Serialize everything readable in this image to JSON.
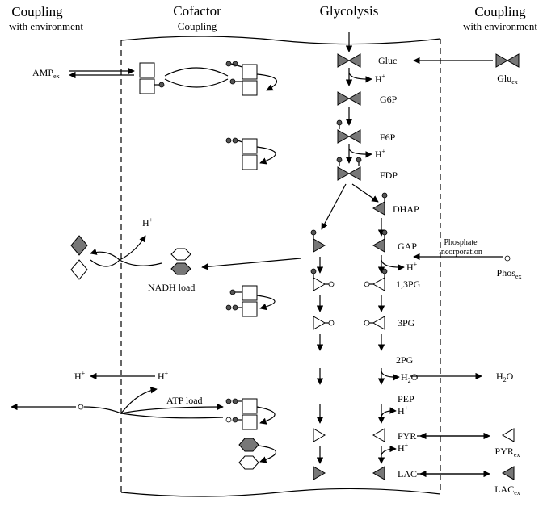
{
  "headers": {
    "coupling_left": "Coupling",
    "coupling_left_sub": "with environment",
    "cofactor": "Cofactor",
    "cofactor_sub": "Coupling",
    "glycolysis": "Glycolysis",
    "coupling_right": "Coupling",
    "coupling_right_sub": "with environment"
  },
  "metabolites": {
    "gluc": "Gluc",
    "g6p": "G6P",
    "f6p": "F6P",
    "fdp": "FDP",
    "dhap": "DHAP",
    "gap": "GAP",
    "bpg": "1,3PG",
    "pg3": "3PG",
    "pg2": "2PG",
    "pep": "PEP",
    "pyr": "PYR",
    "lac": "LAC"
  },
  "protons": {
    "h": "H",
    "plus": "+",
    "h2o_h": "H",
    "h2o_2": "2",
    "h2o_o": "O"
  },
  "external": {
    "amp": "AMP",
    "amp_sub": "ex",
    "glu": "Glu",
    "glu_sub": "ex",
    "phos": "Phos",
    "phos_sub": "ex",
    "pyr": "PYR",
    "pyr_sub": "ex",
    "lac": "LAC",
    "lac_sub": "ex"
  },
  "annotations": {
    "phosphate_1": "Phosphate",
    "phosphate_2": "incorporation",
    "nadh_load": "NADH load",
    "atp_load": "ATP load"
  }
}
